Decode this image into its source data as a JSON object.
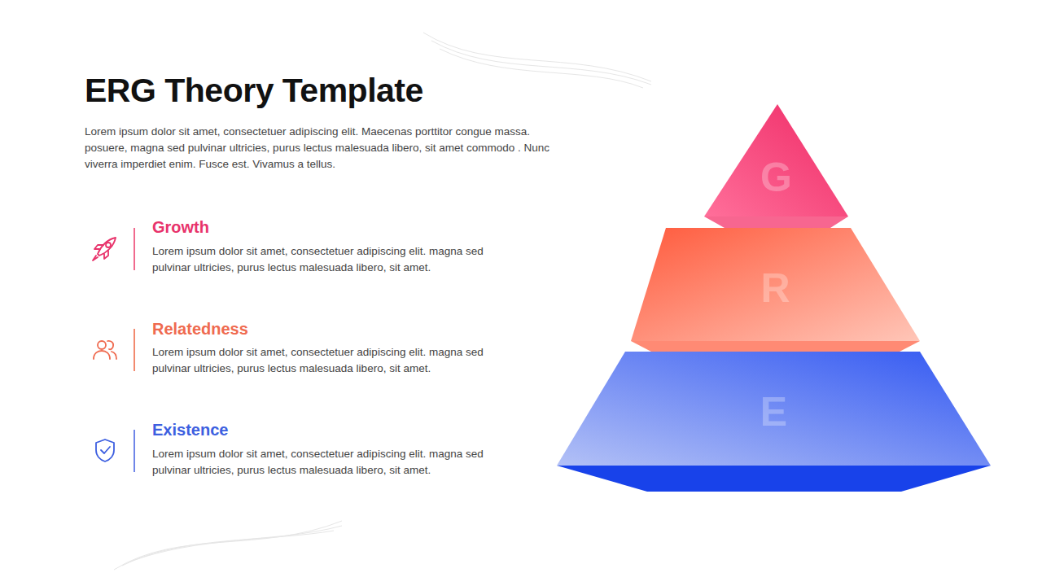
{
  "diagram": {
    "title": "ERG Theory Template",
    "nodes": [
      {
        "text": [
          "G"
        ]
      },
      {
        "text": [
          "R"
        ]
      },
      {
        "text": [
          "E"
        ]
      }
    ],
    "labels": [
      "Lorem ipsum dolor sit amet, consectetuer adipiscing elit. Maecenas porttitor congue massa. posuere, magna sed pulvinar ultricies, purus lectus malesuada libero, sit amet commodo . Nunc viverra imperdiet enim. Fusce est. Vivamus a tellus.",
      "Growth",
      "Lorem ipsum dolor sit amet, consectetuer adipiscing elit. magna sed pulvinar ultricies, purus lectus malesuada libero, sit amet.",
      "Relatedness",
      "Lorem ipsum dolor sit amet, consectetuer adipiscing elit. magna sed pulvinar ultricies, purus lectus malesuada libero, sit amet.",
      "Existence",
      "Lorem ipsum dolor sit amet, consectetuer adipiscing elit. magna sed pulvinar ultricies, purus lectus malesuada libero, sit amet."
    ]
  }
}
